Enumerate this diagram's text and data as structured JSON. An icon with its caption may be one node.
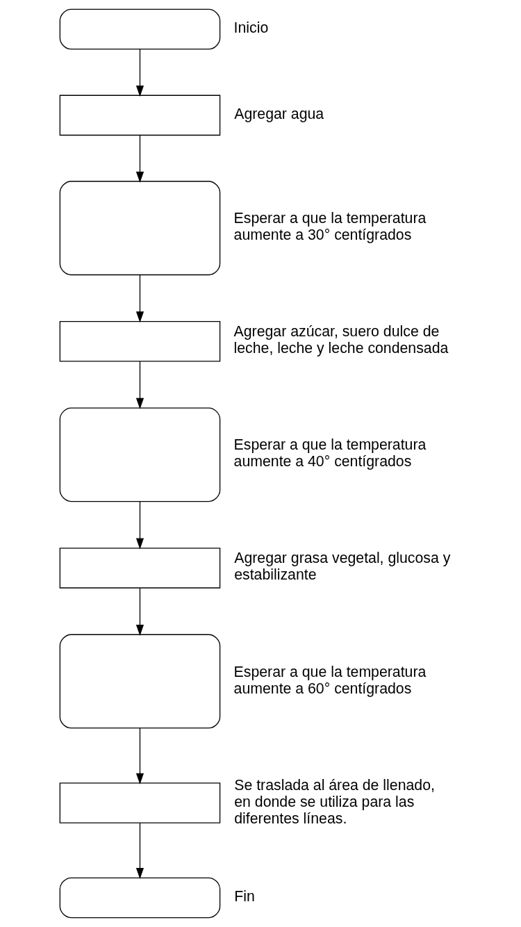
{
  "diagram": {
    "nodes": [
      {
        "text": [],
        "shape": "capsule",
        "beside": [
          "Inicio"
        ]
      },
      {
        "text": [],
        "shape": "box",
        "beside": [
          "Agregar agua"
        ]
      },
      {
        "text": [],
        "shape": "delay",
        "beside": [
          "Esperar a que la temperatura aumente a 30° centígrados"
        ]
      },
      {
        "text": [],
        "shape": "box",
        "beside": [
          "Agregar azúcar, suero dulce de leche, leche y leche condensada"
        ]
      },
      {
        "text": [],
        "shape": "delay",
        "beside": [
          "Esperar a que la temperatura aumente a 40° centígrados"
        ]
      },
      {
        "text": [],
        "shape": "box",
        "beside": [
          "Agregar grasa vegetal, glucosa y estabilizante"
        ]
      },
      {
        "text": [],
        "shape": "delay",
        "beside": [
          "Esperar a que la temperatura aumente a 60° centígrados"
        ]
      },
      {
        "text": [],
        "shape": "box",
        "beside": [
          "Se traslada al área de llenado, en donde se utiliza para las diferentes líneas."
        ]
      },
      {
        "text": [],
        "shape": "capsule",
        "beside": [
          "Fin"
        ]
      }
    ],
    "edges": [
      {
        "from": 0,
        "to": 1,
        "arrow": "to"
      },
      {
        "from": 1,
        "to": 2,
        "arrow": "to"
      },
      {
        "from": 2,
        "to": 3,
        "arrow": "to"
      },
      {
        "from": 3,
        "to": 4,
        "arrow": "to"
      },
      {
        "from": 4,
        "to": 5,
        "arrow": "to"
      },
      {
        "from": 5,
        "to": 6,
        "arrow": "to"
      },
      {
        "from": 6,
        "to": 7,
        "arrow": "to"
      },
      {
        "from": 7,
        "to": 8,
        "arrow": "to"
      }
    ]
  }
}
